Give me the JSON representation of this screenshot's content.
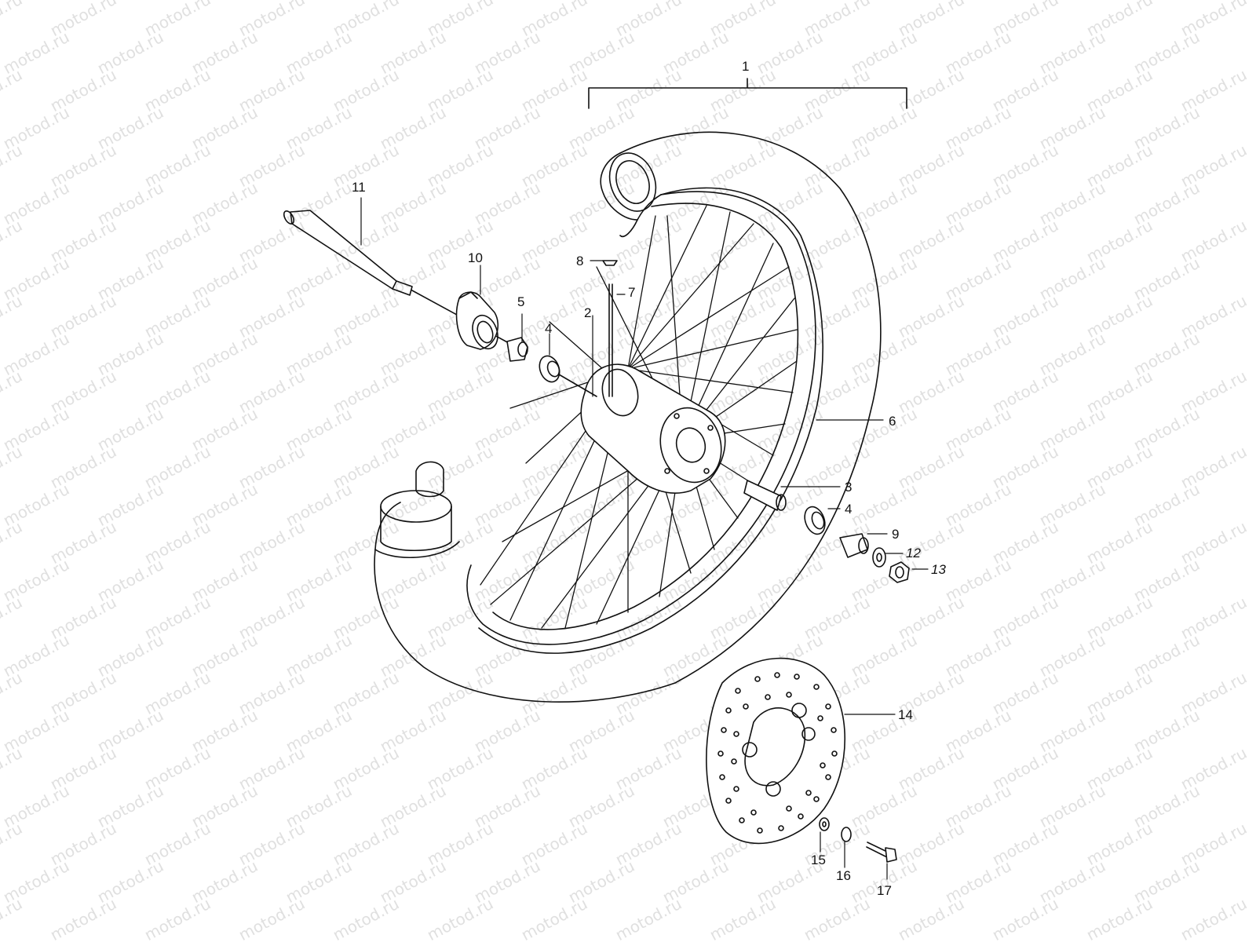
{
  "watermark": {
    "text": "motod.ru"
  },
  "callouts": {
    "c1": "1",
    "c2": "2",
    "c3": "3",
    "c4a": "4",
    "c4b": "4",
    "c5": "5",
    "c6": "6",
    "c7": "7",
    "c8": "8",
    "c9": "9",
    "c10": "10",
    "c11": "11",
    "c12": "12",
    "c13": "13",
    "c14": "14",
    "c15": "15",
    "c16": "16",
    "c17": "17"
  }
}
